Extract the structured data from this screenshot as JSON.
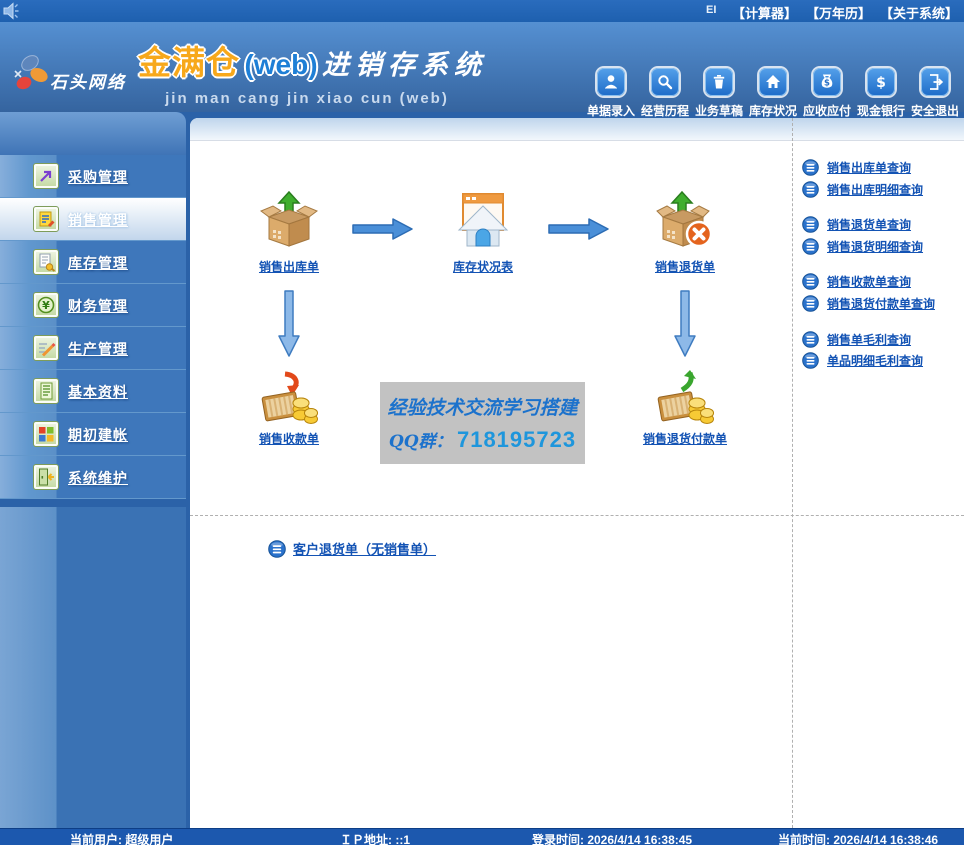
{
  "topbar": {
    "marquee": "EI",
    "links": [
      "【计算器】",
      "【万年历】",
      "【关于系统】"
    ]
  },
  "header": {
    "logo_text": "石头网络",
    "title_main": "金满仓",
    "title_web": "(web)",
    "title_rest": "进销存系统",
    "subtitle": "jin man cang jin xiao cun (web)",
    "toolbar": [
      {
        "label": "单据录入",
        "icon": "user-icon"
      },
      {
        "label": "经营历程",
        "icon": "magnifier-icon"
      },
      {
        "label": "业务草稿",
        "icon": "trash-icon"
      },
      {
        "label": "库存状况",
        "icon": "home-icon"
      },
      {
        "label": "应收应付",
        "icon": "moneybag-icon"
      },
      {
        "label": "现金银行",
        "icon": "dollar-icon"
      },
      {
        "label": "安全退出",
        "icon": "exit-icon"
      }
    ]
  },
  "sidebar": {
    "items": [
      {
        "label": "采购管理",
        "selected": false
      },
      {
        "label": "销售管理",
        "selected": true
      },
      {
        "label": "库存管理",
        "selected": false
      },
      {
        "label": "财务管理",
        "selected": false
      },
      {
        "label": "生产管理",
        "selected": false
      },
      {
        "label": "基本资料",
        "selected": false
      },
      {
        "label": "期初建帐",
        "selected": false
      },
      {
        "label": "系统维护",
        "selected": false
      }
    ]
  },
  "main": {
    "flow": {
      "outbound": "销售出库单",
      "inventory": "库存状况表",
      "sales_return": "销售退货单",
      "receipt": "销售收款单",
      "refund_payment": "销售退货付款单"
    },
    "ad": {
      "line1": "经验技术交流学习搭建",
      "qq_prefix": "QQ群：",
      "qq_number": "718195723"
    },
    "bottom_link": "客户退货单（无销售单）",
    "right_links": [
      "销售出库单查询",
      "销售出库明细查询",
      "销售退货单查询",
      "销售退货明细查询",
      "销售收款单查询",
      "销售退货付款单查询",
      "销售单毛利查询",
      "单品明细毛利查询"
    ]
  },
  "footer": {
    "user": "当前用户: 超级用户",
    "ip": "ＩＰ地址: ::1",
    "login_time": "登录时间: 2026/4/14 16:38:45",
    "current_time": "当前时间: 2026/4/14 16:38:46"
  },
  "colors": {
    "title_orange": "#f7a81b",
    "link_blue": "#1353b4",
    "qq_number_blue": "#1e96dc",
    "header_blue": "#35649f",
    "footer_blue": "#1c58ae"
  }
}
